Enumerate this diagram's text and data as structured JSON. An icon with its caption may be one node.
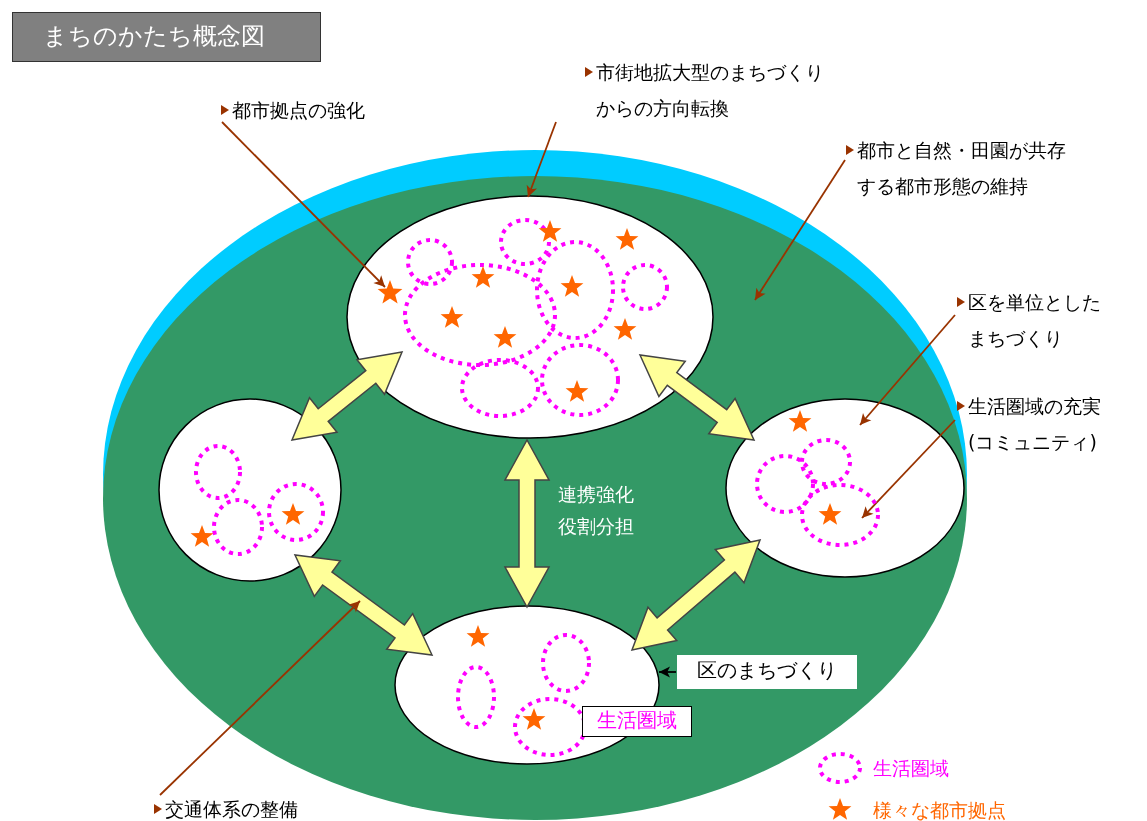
{
  "diagram": {
    "title": "まちのかたち概念図",
    "nodes": [
      {
        "text": [
          "都市拠点の強化"
        ]
      },
      {
        "text": [
          "市街地拡大型のまちづくりからの方向転換"
        ]
      },
      {
        "text": [
          "都市と自然・田園が共存する都市形態の維持"
        ]
      },
      {
        "text": [],
        "shape": "ellipse"
      },
      {
        "text": [],
        "shape": "ellipse",
        "in": 3
      },
      {
        "text": [],
        "shape": "star",
        "in": 4
      },
      {
        "text": [
          "区を単位としたまちづくり"
        ]
      },
      {
        "text": [
          "生活圏域の充実(コミュニティ)"
        ]
      },
      {
        "text": [],
        "shape": "ellipse",
        "in": 3
      },
      {
        "text": [],
        "shape": "ellipse",
        "in": 3
      },
      {
        "text": [],
        "shape": "circle",
        "in": 9
      },
      {
        "text": [],
        "shape": "ellipse",
        "in": 3
      },
      {
        "text": [
          "区のまちづくり"
        ],
        "in": 3
      },
      {
        "text": [
          "生活圏域"
        ],
        "in": 3
      },
      {
        "text": [
          "交通体系の整備"
        ]
      }
    ],
    "edges": [
      {
        "from": 0,
        "to": 5,
        "arrow": "to"
      },
      {
        "from": 1,
        "to": 4,
        "arrow": "to"
      },
      {
        "from": 2,
        "to": 3,
        "arrow": "to"
      },
      {
        "from": 6,
        "to": 9,
        "arrow": "to"
      },
      {
        "from": 7,
        "to": 10,
        "arrow": "to"
      },
      {
        "from": 4,
        "to": 8,
        "arrow": "both",
        "style": "thick",
        "color": "#ffff99"
      },
      {
        "from": 4,
        "to": 9,
        "arrow": "both",
        "style": "thick",
        "color": "#ffff99"
      },
      {
        "from": 4,
        "to": 11,
        "arrow": "both",
        "style": "thick",
        "color": "#ffff99",
        "label": "連携強化役割分担"
      },
      {
        "from": 8,
        "to": 11,
        "arrow": "both",
        "style": "thick",
        "color": "#ffff99"
      },
      {
        "from": 9,
        "to": 11,
        "arrow": "both",
        "style": "thick",
        "color": "#ffff99"
      },
      {
        "from": 14,
        "to": null,
        "arrow": "to"
      },
      {
        "from": 12,
        "to": 11,
        "arrow": "to",
        "color": "#000000"
      }
    ],
    "legend": [
      {
        "text": "生活圏域"
      },
      {
        "text": "様々な都市拠点"
      }
    ]
  }
}
